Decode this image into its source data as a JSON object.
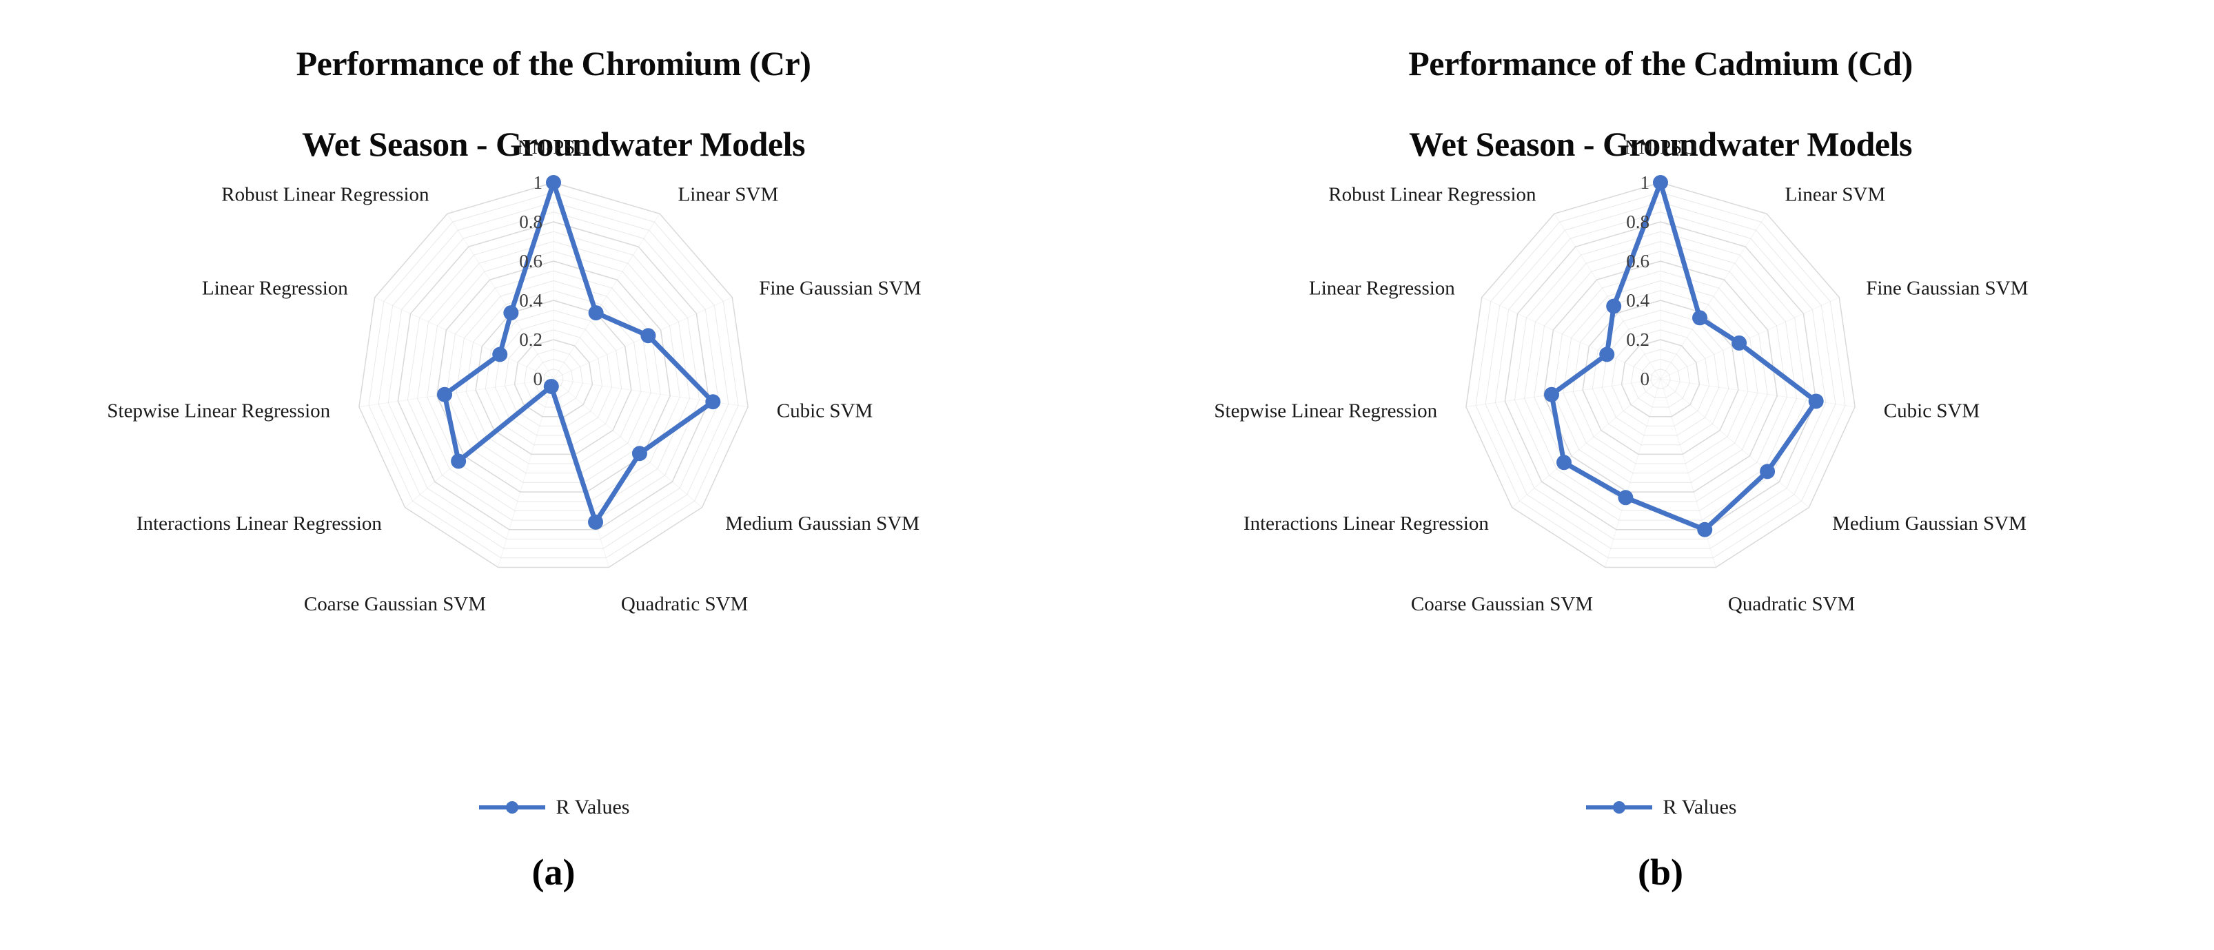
{
  "figure": {
    "accent_color": "#4472C4",
    "grid_color": "#d7d7d7",
    "background": "#ffffff"
  },
  "panels": [
    {
      "id": "a",
      "caption": "(a)",
      "title_line1": "Performance of the Chromium (Cr)",
      "title_line2": "Wet Season - Groundwater Models",
      "legend_label": "R Values",
      "chart_data": {
        "type": "radar",
        "title": "Performance of the Chromium (Cr) Wet Season - Groundwater Models",
        "categories": [
          "NN-PSO",
          "Linear SVM",
          "Fine Gaussian SVM",
          "Cubic SVM",
          "Medium Gaussian SVM",
          "Quadratic SVM",
          "Coarse Gaussian SVM",
          "Interactions Linear Regression",
          "Stepwise Linear Regression",
          "Linear Regression",
          "Robust Linear Regression"
        ],
        "series": [
          {
            "name": "R Values",
            "values": [
              1.0,
              0.4,
              0.53,
              0.82,
              0.58,
              0.76,
              0.04,
              0.64,
              0.56,
              0.3,
              0.4
            ]
          }
        ],
        "tick_labels": [
          "0",
          "0.2",
          "0.4",
          "0.6",
          "0.8",
          "1"
        ],
        "tick_values": [
          0,
          0.2,
          0.4,
          0.6,
          0.8,
          1
        ],
        "rlim": [
          0,
          1
        ],
        "grid": true,
        "minor_rings": 20,
        "legend_position": "bottom"
      }
    },
    {
      "id": "b",
      "caption": "(b)",
      "title_line1": "Performance of the Cadmium (Cd)",
      "title_line2": "Wet Season - Groundwater Models",
      "legend_label": "R Values",
      "chart_data": {
        "type": "radar",
        "title": "Performance of the Cadmium (Cd) Wet Season - Groundwater Models",
        "categories": [
          "NN-PSO",
          "Linear SVM",
          "Fine Gaussian SVM",
          "Cubic SVM",
          "Medium Gaussian SVM",
          "Quadratic SVM",
          "Coarse Gaussian SVM",
          "Interactions Linear Regression",
          "Stepwise Linear Regression",
          "Linear Regression",
          "Robust Linear Regression"
        ],
        "series": [
          {
            "name": "R Values",
            "values": [
              1.0,
              0.37,
              0.44,
              0.8,
              0.72,
              0.8,
              0.63,
              0.65,
              0.56,
              0.3,
              0.44
            ]
          }
        ],
        "tick_labels": [
          "0",
          "0.2",
          "0.4",
          "0.6",
          "0.8",
          "1"
        ],
        "tick_values": [
          0,
          0.2,
          0.4,
          0.6,
          0.8,
          1
        ],
        "rlim": [
          0,
          1
        ],
        "grid": true,
        "minor_rings": 20,
        "legend_position": "bottom"
      }
    }
  ]
}
